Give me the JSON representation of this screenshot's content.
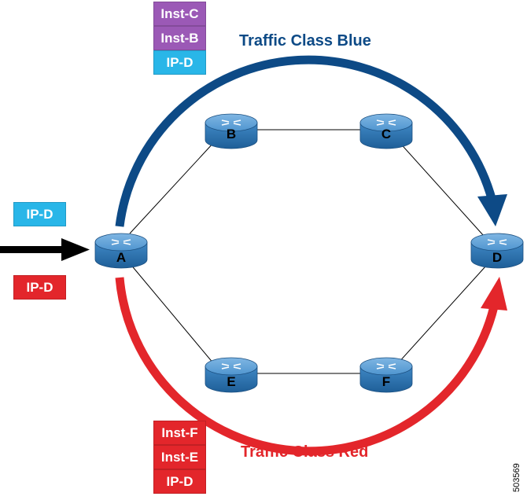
{
  "colors": {
    "blue_class": "#0d4a86",
    "red_class": "#e3262b",
    "tag_purple": "#9b59b6",
    "tag_cyan": "#29b6e8",
    "tag_red": "#e3262b",
    "router_fill": "#3f88c5",
    "link": "#000000"
  },
  "diagram": {
    "nodes": [
      {
        "id": "A",
        "label": "A"
      },
      {
        "id": "B",
        "label": "B"
      },
      {
        "id": "C",
        "label": "C"
      },
      {
        "id": "D",
        "label": "D"
      },
      {
        "id": "E",
        "label": "E"
      },
      {
        "id": "F",
        "label": "F"
      }
    ],
    "links": [
      [
        "A",
        "B"
      ],
      [
        "B",
        "C"
      ],
      [
        "C",
        "D"
      ],
      [
        "A",
        "E"
      ],
      [
        "E",
        "F"
      ],
      [
        "F",
        "D"
      ]
    ],
    "traffic_classes": {
      "blue": {
        "label": "Traffic Class Blue",
        "path": [
          "A",
          "B",
          "C",
          "D"
        ],
        "stack": [
          "Inst-C",
          "Inst-B",
          "IP-D"
        ]
      },
      "red": {
        "label": "Traffic Class Red",
        "path": [
          "A",
          "E",
          "F",
          "D"
        ],
        "stack": [
          "Inst-F",
          "Inst-E",
          "IP-D"
        ]
      }
    },
    "ingress": {
      "upper_tag": "IP-D",
      "lower_tag": "IP-D"
    },
    "figure_id": "503569"
  }
}
